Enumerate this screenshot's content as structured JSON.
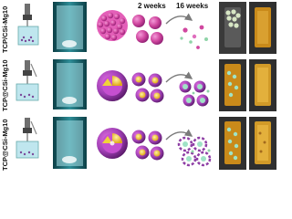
{
  "figure": {
    "rows": [
      {
        "label": "TCP/CSi-Mg10",
        "core": "none"
      },
      {
        "label": "TCP@CSi-Mg10",
        "core": "solid"
      },
      {
        "label": "TCP@CSi-Mg10",
        "core": "hollow"
      }
    ],
    "time_labels": {
      "first": "2 weeks",
      "second": "16 weeks"
    },
    "colors": {
      "sphere_magenta": "#c0399b",
      "sphere_pink": "#e06fbe",
      "shell_purple": "#7e2a8a",
      "core_yellow": "#f0d33a",
      "ct_gold": "#c98a1a",
      "ct_mint": "#9fe3c6",
      "ct_background": "#3a3a3a",
      "bath_teal": "#1a6b74",
      "arrow_gray": "#7a7a7a"
    }
  }
}
